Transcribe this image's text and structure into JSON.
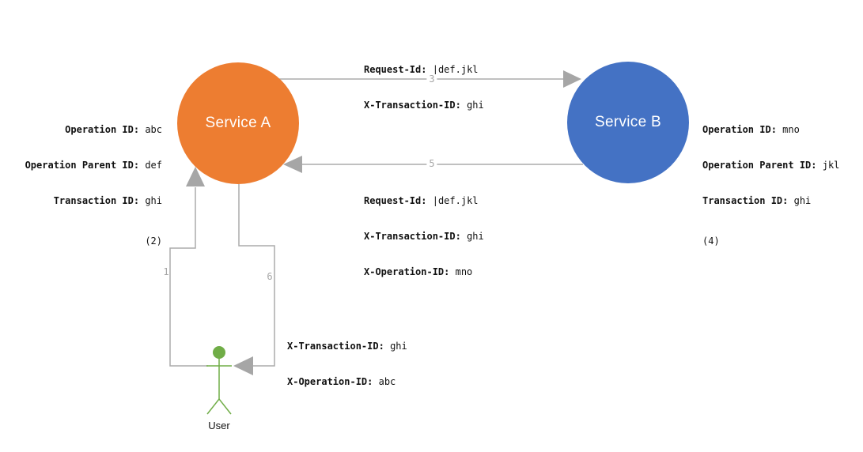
{
  "colors": {
    "service_a": "#ED7D31",
    "service_b": "#4472C4",
    "connector": "#A6A6A6",
    "connector_line": "#ABABAB",
    "user_green": "#70AD47",
    "step_number": "#A6A6A6"
  },
  "nodes": {
    "service_a": {
      "label": "Service A"
    },
    "service_b": {
      "label": "Service B"
    },
    "user": {
      "label": "User"
    }
  },
  "context_blocks": {
    "service_a": {
      "rows": [
        {
          "key": "Operation ID:",
          "value": "abc"
        },
        {
          "key": "Operation Parent ID:",
          "value": "def"
        },
        {
          "key": "Transaction ID:",
          "value": "ghi"
        }
      ],
      "step": "(2)"
    },
    "service_b": {
      "rows": [
        {
          "key": "Operation ID:",
          "value": "mno"
        },
        {
          "key": "Operation Parent ID:",
          "value": "jkl"
        },
        {
          "key": "Transaction ID:",
          "value": "ghi"
        }
      ],
      "step": "(4)"
    }
  },
  "messages": {
    "a_to_b": {
      "step": "3",
      "rows": [
        {
          "key": "Request-Id:",
          "value": "|def.jkl"
        },
        {
          "key": "X-Transaction-ID:",
          "value": "ghi"
        }
      ]
    },
    "b_to_a": {
      "step": "5",
      "rows": [
        {
          "key": "Request-Id:",
          "value": "|def.jkl"
        },
        {
          "key": "X-Transaction-ID:",
          "value": "ghi"
        },
        {
          "key": "X-Operation-ID:",
          "value": "mno"
        }
      ]
    },
    "user_to_a": {
      "step": "1"
    },
    "a_to_user": {
      "step": "6",
      "rows": [
        {
          "key": "X-Transaction-ID:",
          "value": "ghi"
        },
        {
          "key": "X-Operation-ID:",
          "value": "abc"
        }
      ]
    }
  }
}
